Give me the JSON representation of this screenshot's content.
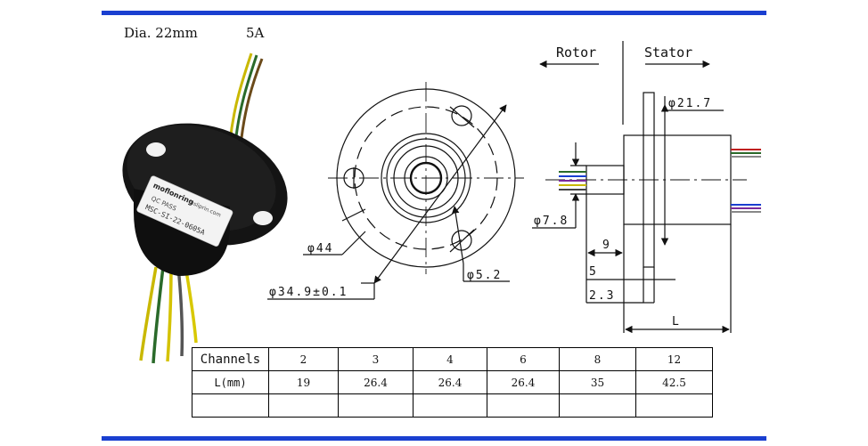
{
  "header": {
    "diameter": "Dia. 22mm",
    "current": "5A"
  },
  "product": {
    "brand": "moflonring",
    "site": "msliprin.com",
    "qc": "QC PASS",
    "model": "MSC-SI-22-0605A"
  },
  "drawing": {
    "direction_rotor": "Rotor",
    "direction_stator": "Stator",
    "dim_outer": "φ44",
    "dim_bolt_circle": "φ34.9±0.1",
    "dim_hole": "φ5.2",
    "dim_flange": "φ21.7",
    "dim_shaft": "φ7.8",
    "dim_9": "9",
    "dim_5": "5",
    "dim_2_3": "2.3",
    "dim_L": "L"
  },
  "table": {
    "rows": [
      {
        "label": "Channels",
        "values": [
          "2",
          "3",
          "4",
          "6",
          "8",
          "12"
        ]
      },
      {
        "label": "L(mm)",
        "values": [
          "19",
          "26.4",
          "26.4",
          "26.4",
          "35",
          "42.5"
        ]
      },
      {
        "label": "",
        "values": [
          "",
          "",
          "",
          "",
          "",
          ""
        ]
      }
    ]
  }
}
